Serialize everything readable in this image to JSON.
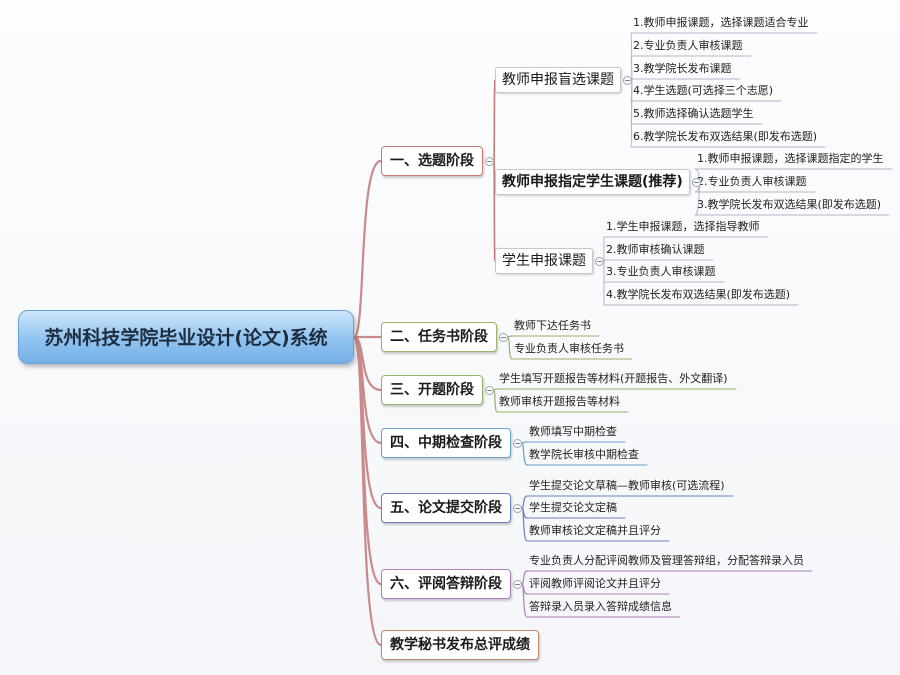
{
  "root": {
    "label": "苏州科技学院毕业设计(论文)系统"
  },
  "colors": {
    "root_line": "#c98a8a",
    "leaf_line": "#b8b3c8",
    "stage1": "#c47b7b",
    "stage2": "#9bb36a",
    "stage3": "#8fb36a",
    "stage4": "#6aa2c9",
    "stage5": "#6d7fc0",
    "stage6": "#b07fb9",
    "stage7": "#c08a6a"
  },
  "stages": [
    {
      "label": "一、选题阶段",
      "groups": [
        {
          "label": "教师申报盲选课题",
          "strong": false,
          "items": [
            "1.教师申报课题，选择课题适合专业",
            "2.专业负责人审核课题",
            "3.教学院长发布课题",
            "4.学生选题(可选择三个志愿)",
            "5.教师选择确认选题学生",
            "6.教学院长发布双选结果(即发布选题)"
          ]
        },
        {
          "label": "教师申报指定学生课题(推荐)",
          "strong": true,
          "items": [
            "1.教师申报课题，选择课题指定的学生",
            "2.专业负责人审核课题",
            "3.教学院长发布双选结果(即发布选题)"
          ]
        },
        {
          "label": "学生申报课题",
          "strong": false,
          "items": [
            "1.学生申报课题，选择指导教师",
            "2.教师审核确认课题",
            "3.专业负责人审核课题",
            "4.教学院长发布双选结果(即发布选题)"
          ]
        }
      ]
    },
    {
      "label": "二、任务书阶段",
      "items": [
        "教师下达任务书",
        "专业负责人审核任务书"
      ]
    },
    {
      "label": "三、开题阶段",
      "items": [
        "学生填写开题报告等材料(开题报告、外文翻译)",
        "教师审核开题报告等材料"
      ]
    },
    {
      "label": "四、中期检查阶段",
      "items": [
        "教师填写中期检查",
        "教学院长审核中期检查"
      ]
    },
    {
      "label": "五、论文提交阶段",
      "items": [
        "学生提交论文草稿—教师审核(可选流程)",
        "学生提交论文定稿",
        "教师审核论文定稿并且评分"
      ]
    },
    {
      "label": "六、评阅答辩阶段",
      "items": [
        "专业负责人分配评阅教师及管理答辩组，分配答辩录入员",
        "评阅教师评阅论文并且评分",
        "答辩录入员录入答辩成绩信息"
      ]
    },
    {
      "label": "教学秘书发布总评成绩",
      "items": []
    }
  ]
}
